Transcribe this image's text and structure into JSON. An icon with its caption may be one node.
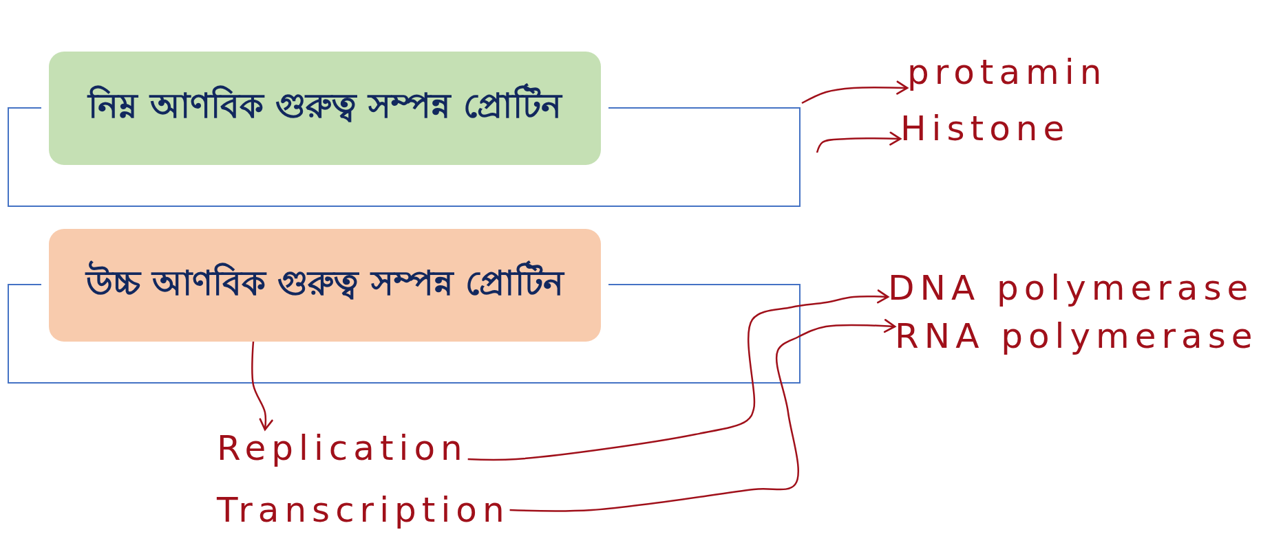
{
  "diagram": {
    "nodes": [
      {
        "text": [
          "নিম্ন আণবিক গুরুত্ব সম্পন্ন প্রোটিন"
        ]
      },
      {
        "text": [
          "protamin"
        ]
      },
      {
        "text": [
          "Histone"
        ]
      },
      {
        "text": [
          "উচ্চ আণবিক গুরুত্ব সম্পন্ন প্রোটিন"
        ]
      },
      {
        "text": [
          "DNA polymerase"
        ]
      },
      {
        "text": [
          "RNA polymerase"
        ]
      },
      {
        "text": [
          "Replication"
        ]
      },
      {
        "text": [
          "Transcription"
        ]
      }
    ],
    "edges": [
      {
        "from": null,
        "to": 1,
        "arrow": "to"
      },
      {
        "from": null,
        "to": 2,
        "arrow": "to"
      },
      {
        "from": 3,
        "to": 6,
        "arrow": "to"
      },
      {
        "from": 6,
        "to": 4,
        "arrow": "to"
      },
      {
        "from": 7,
        "to": 5,
        "arrow": "to"
      }
    ]
  }
}
